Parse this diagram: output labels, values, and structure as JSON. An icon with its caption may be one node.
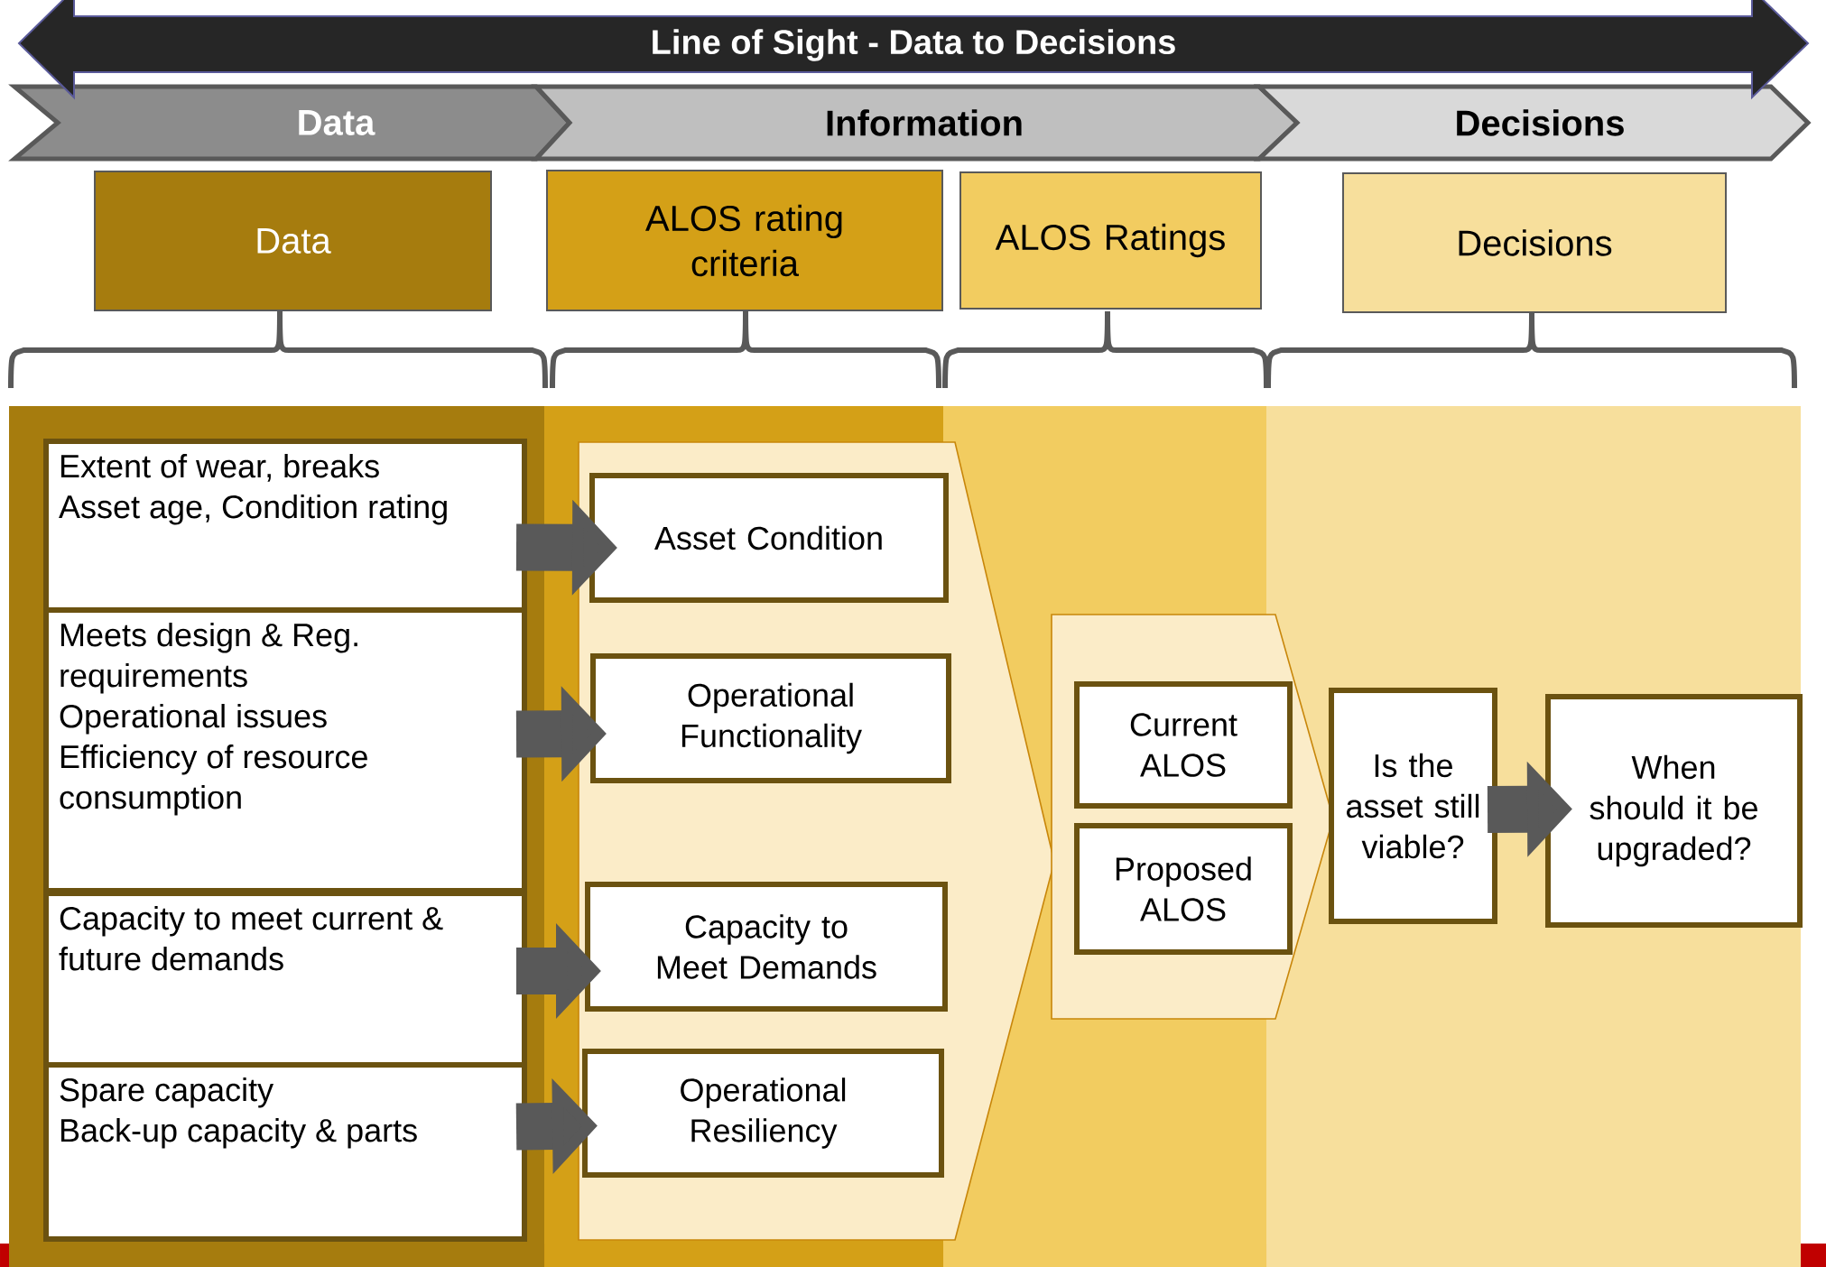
{
  "diagram": {
    "nodes": [
      {
        "text": [
          "Line of Sight - Data to Decisions"
        ]
      },
      {
        "text": [
          "Data"
        ]
      },
      {
        "text": [
          "Information"
        ]
      },
      {
        "text": [
          "Decisions"
        ]
      },
      {
        "text": [
          "Data"
        ]
      },
      {
        "text": [
          "ALOS rating criteria"
        ]
      },
      {
        "text": [
          "ALOS Ratings"
        ]
      },
      {
        "text": [
          "Decisions"
        ]
      },
      {
        "text": [
          "Extent of wear, breaks",
          "Asset age, Condition rating"
        ]
      },
      {
        "text": [
          "Meets design & Reg. requirements",
          "Operational issues",
          "Efficiency of resource consumption"
        ]
      },
      {
        "text": [
          "Capacity to meet current & future demands"
        ]
      },
      {
        "text": [
          "Spare capacity",
          "Back-up capacity & parts"
        ]
      },
      {
        "text": [
          "Asset Condition"
        ]
      },
      {
        "text": [
          "Operational Functionality"
        ]
      },
      {
        "text": [
          "Capacity to Meet Demands"
        ]
      },
      {
        "text": [
          "Operational Resiliency"
        ]
      },
      {
        "text": [
          "Current ALOS"
        ]
      },
      {
        "text": [
          "Proposed ALOS"
        ]
      },
      {
        "text": [
          "Is the asset still viable?"
        ]
      },
      {
        "text": [
          "When should it be upgraded?"
        ]
      }
    ],
    "edges": [
      {
        "from": 8,
        "to": 12,
        "arrow": "to"
      },
      {
        "from": 9,
        "to": 13,
        "arrow": "to"
      },
      {
        "from": 10,
        "to": 14,
        "arrow": "to"
      },
      {
        "from": 11,
        "to": 15,
        "arrow": "to"
      },
      {
        "from": 18,
        "to": 19,
        "arrow": "to"
      }
    ]
  }
}
